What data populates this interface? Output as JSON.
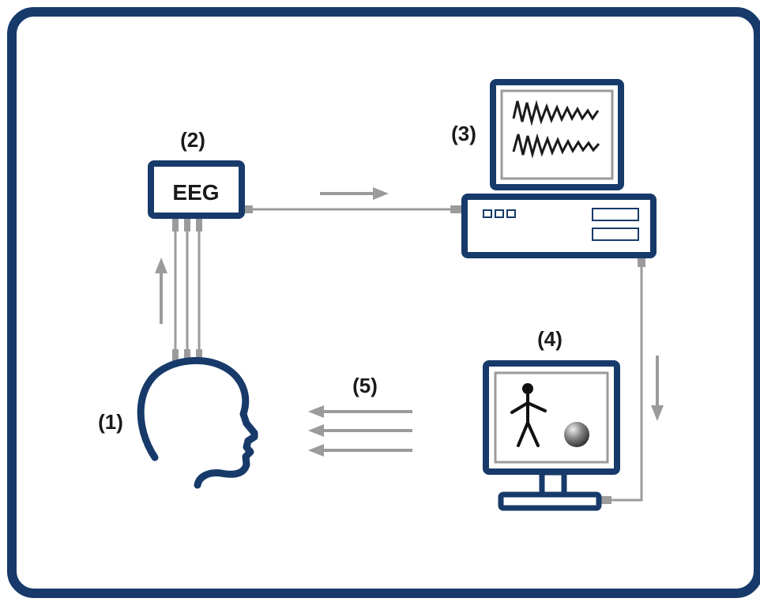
{
  "labels": {
    "participant": "(1)",
    "amplifier": "(2)",
    "computer": "(3)",
    "display": "(4)",
    "stimulus": "(5)"
  },
  "eeg_box": {
    "text": "EEG"
  },
  "colors": {
    "frame": "#173a6a",
    "connector": "#9b9b9b",
    "text": "#1a1a1a",
    "background": "#ffffff"
  },
  "icons": {
    "head": "head-profile-icon",
    "monitor_waves": "eeg-waveform-icon",
    "stick_figure": "stick-figure-icon",
    "ball": "sphere-icon"
  }
}
